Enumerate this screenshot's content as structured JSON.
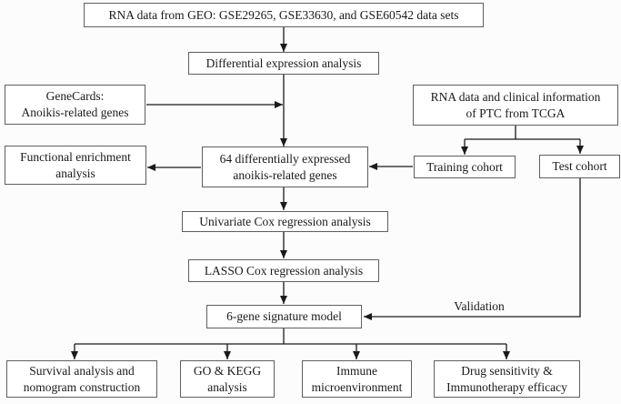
{
  "flowchart": {
    "colors": {
      "background": "#fcfcfc",
      "box_border": "#5f5f5f",
      "box_fill": "#ffffff",
      "arrow": "#1a1a1a",
      "text": "#1a1a1a"
    },
    "nodes": {
      "geo": "RNA data from GEO: GSE29265, GSE33630, and GSE60542 data sets",
      "dea": "Differential expression analysis",
      "genecards": "GeneCards:\nAnoikis-related genes",
      "functional": "Functional enrichment\nanalysis",
      "deg64": "64 differentially expressed\nanoikis-related genes",
      "tcga": "RNA data and clinical information\nof PTC from TCGA",
      "training": "Training cohort",
      "test": "Test cohort",
      "univariate": "Univariate Cox regression analysis",
      "lasso": "LASSO Cox regression analysis",
      "sixgene": "6-gene signature model",
      "survival": "Survival analysis and\nnomogram construction",
      "gokegg": "GO & KEGG\nanalysis",
      "immune": "Immune\nmicroenvironment",
      "drug": "Drug sensitivity &\nImmunotherapy efficacy"
    },
    "edge_labels": {
      "validation": "Validation"
    }
  }
}
